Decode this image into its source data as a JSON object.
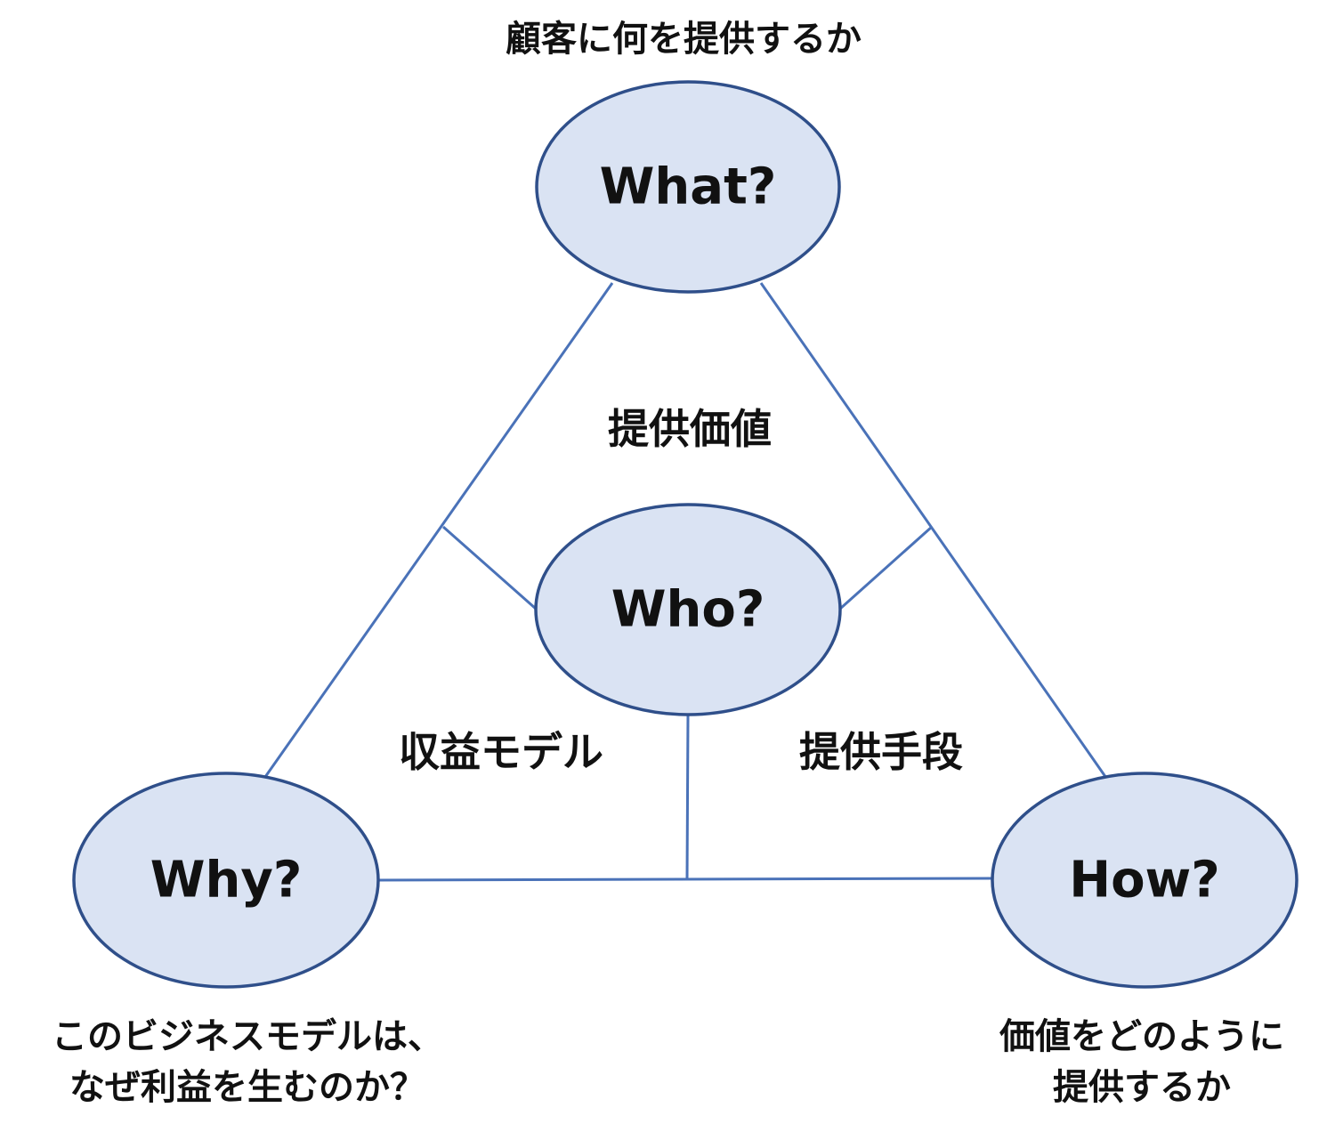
{
  "nodes": {
    "what": "What?",
    "who": "Who?",
    "why": "Why?",
    "how": "How?"
  },
  "areas": {
    "value": "提供価値",
    "revenue_model": "収益モデル",
    "delivery_means": "提供手段"
  },
  "captions": {
    "what": "顧客に何を提供するか",
    "why_line1": "このビジネスモデルは、",
    "why_line2": "なぜ利益を生むのか？",
    "how_line1": "価値をどのように",
    "how_line2": "提供するか"
  },
  "colors": {
    "node_fill": "#dae3f3",
    "node_stroke": "#2f4f8a",
    "connector": "#4a72b8",
    "text": "#111111"
  }
}
